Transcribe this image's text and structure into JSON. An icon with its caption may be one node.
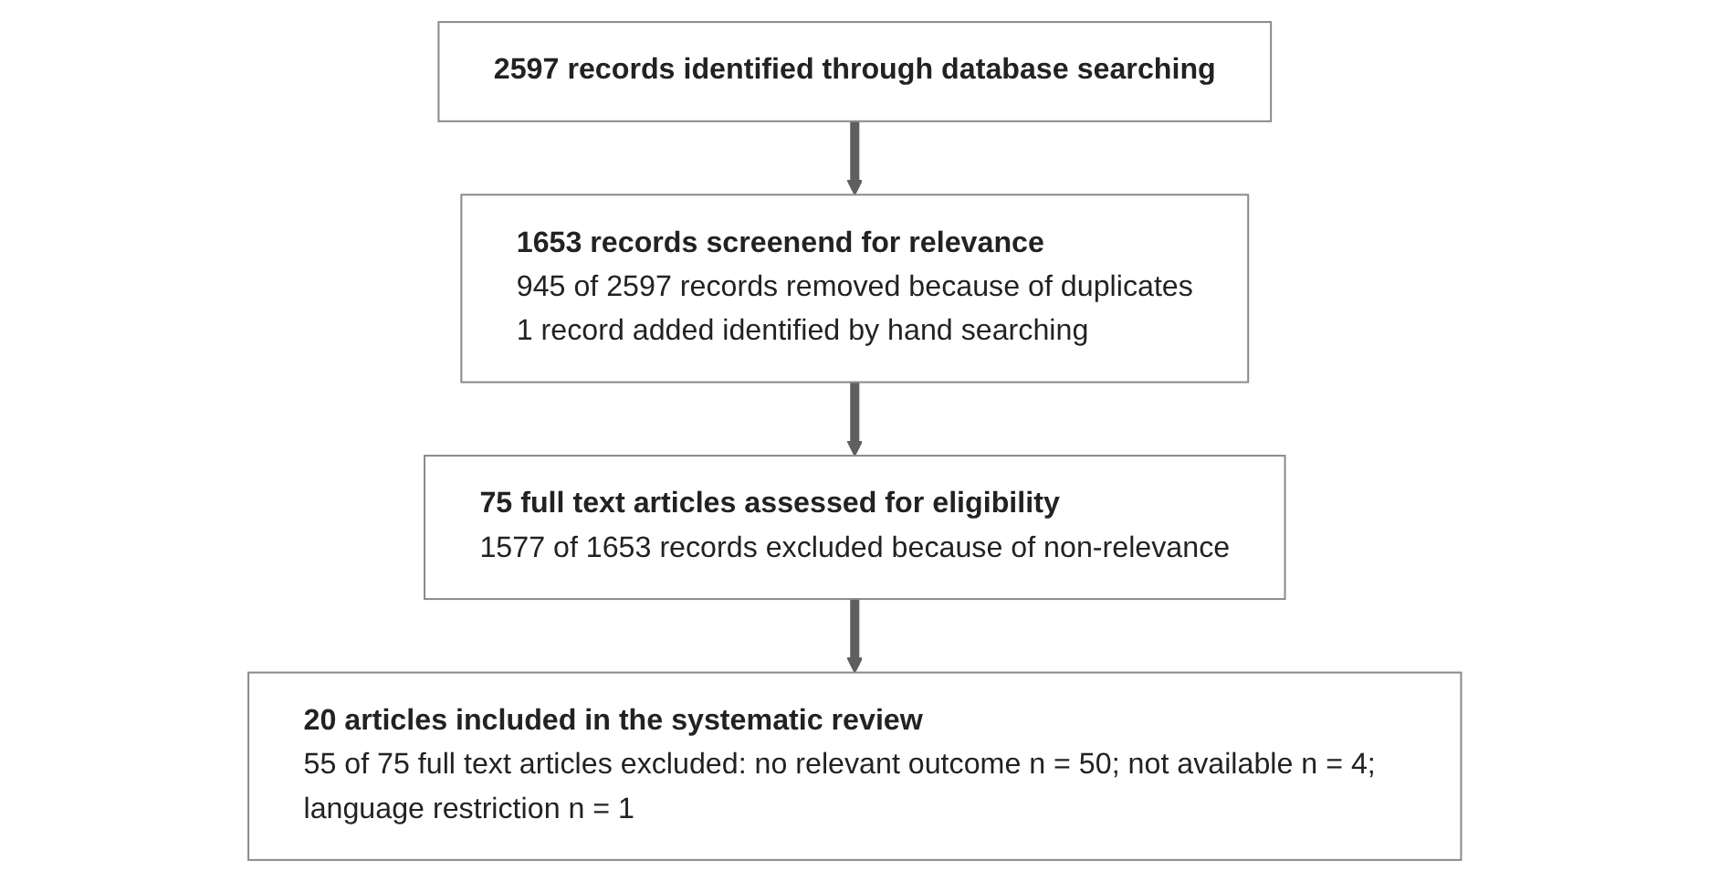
{
  "diagram": {
    "nodes": [
      {
        "text": [
          "2597 records identified through database searching"
        ]
      },
      {
        "text": [
          "1653 records screenend for relevance",
          "945 of 2597 records removed because of duplicates",
          "1 record added identified by hand searching"
        ]
      },
      {
        "text": [
          "75 full text articles assessed for eligibility",
          "1577 of 1653 records excluded because of non-relevance"
        ]
      },
      {
        "text": [
          "20 articles included in the systematic review",
          "55 of 75 full text articles excluded: no relevant outcome n = 50; not available n = 4; language restriction n = 1"
        ]
      }
    ],
    "edges": [
      {
        "from": 0,
        "to": 1,
        "arrow": "to"
      },
      {
        "from": 1,
        "to": 2,
        "arrow": "to"
      },
      {
        "from": 2,
        "to": 3,
        "arrow": "to"
      }
    ]
  }
}
